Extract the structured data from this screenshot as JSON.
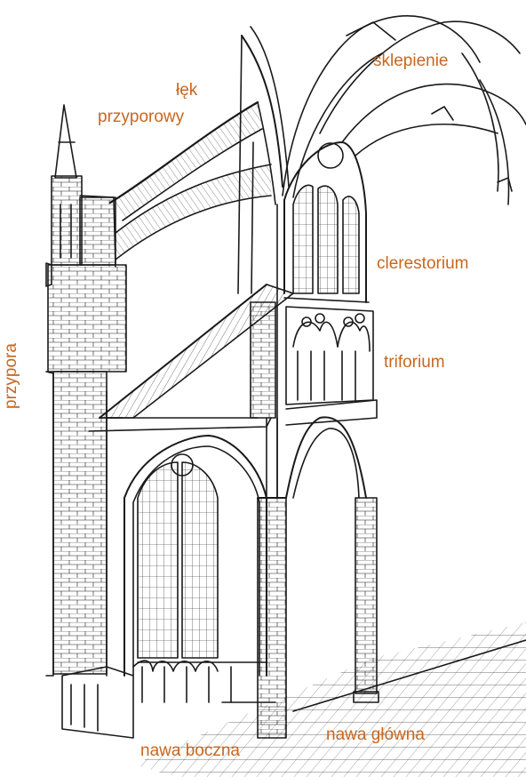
{
  "labels": {
    "sklepienie": "sklepienie",
    "lek_line1": "łęk",
    "lek_line2": "przyporowy",
    "clerestorium": "clerestorium",
    "triforium": "triforium",
    "przypora": "przypora",
    "nawa_boczna": "nawa boczna",
    "nawa_glowna": "nawa główna"
  },
  "colors": {
    "label": "#c8671f",
    "ink": "#1a1a1a",
    "background": "#ffffff"
  }
}
